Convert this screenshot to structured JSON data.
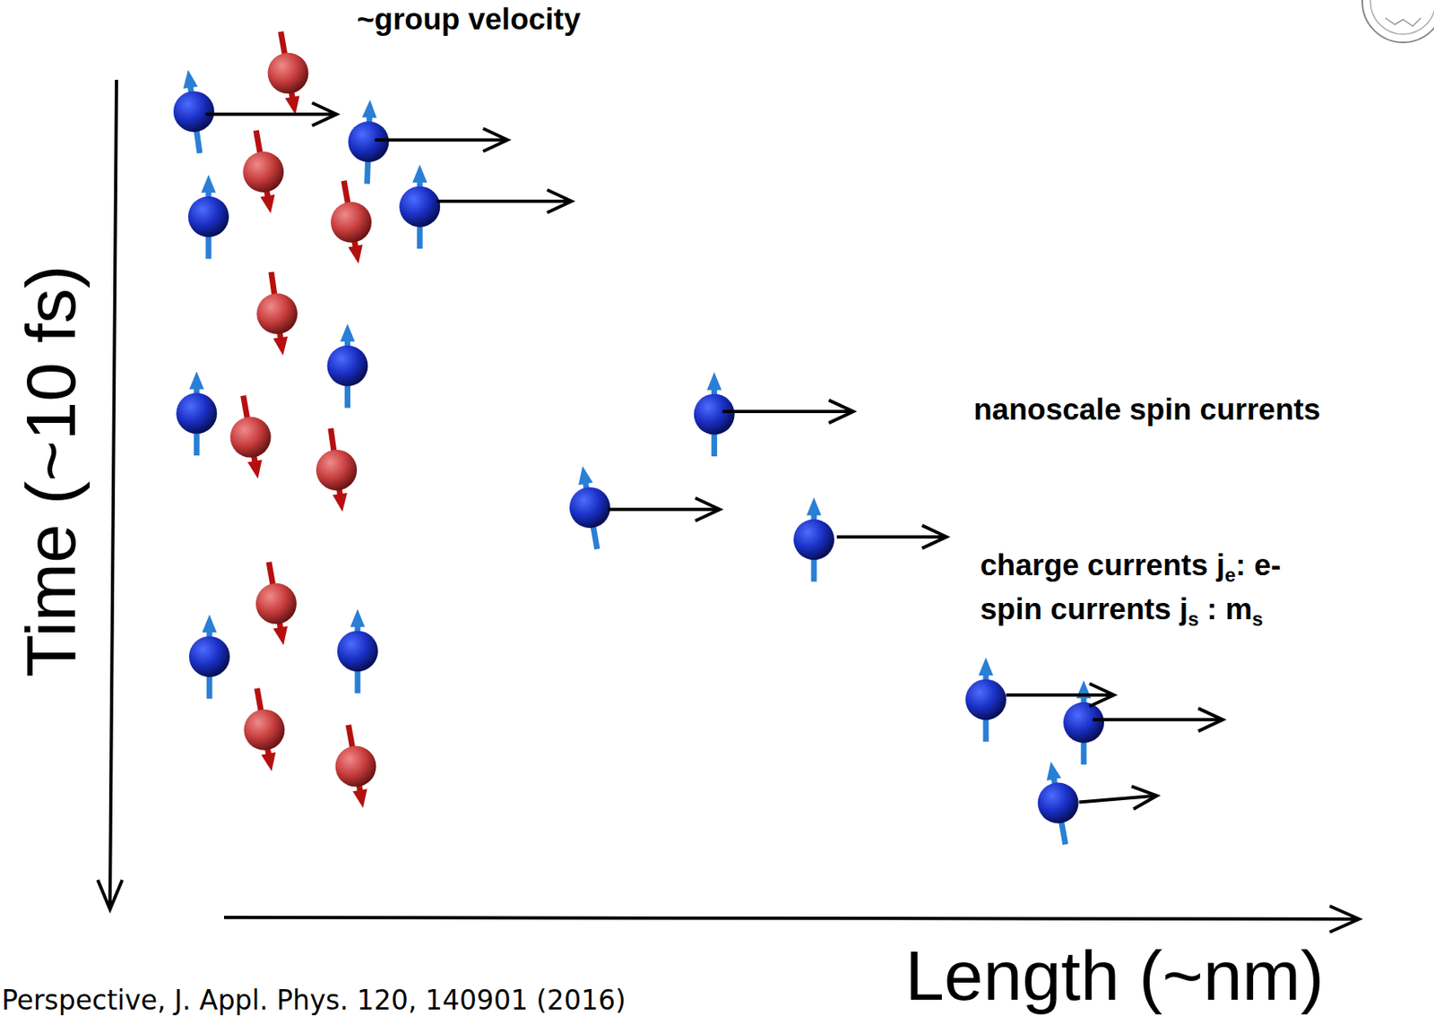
{
  "diagram": {
    "labels": [
      "~group velocity",
      "Time (~10 fs)",
      "Length (~nm)",
      "nanoscale spin currents",
      "charge currents j",
      "e",
      ": e-",
      "spin currents j",
      "s",
      ": m",
      "s",
      "Perspective,  J. Appl. Phys. 120, 140901 (2016)"
    ]
  }
}
